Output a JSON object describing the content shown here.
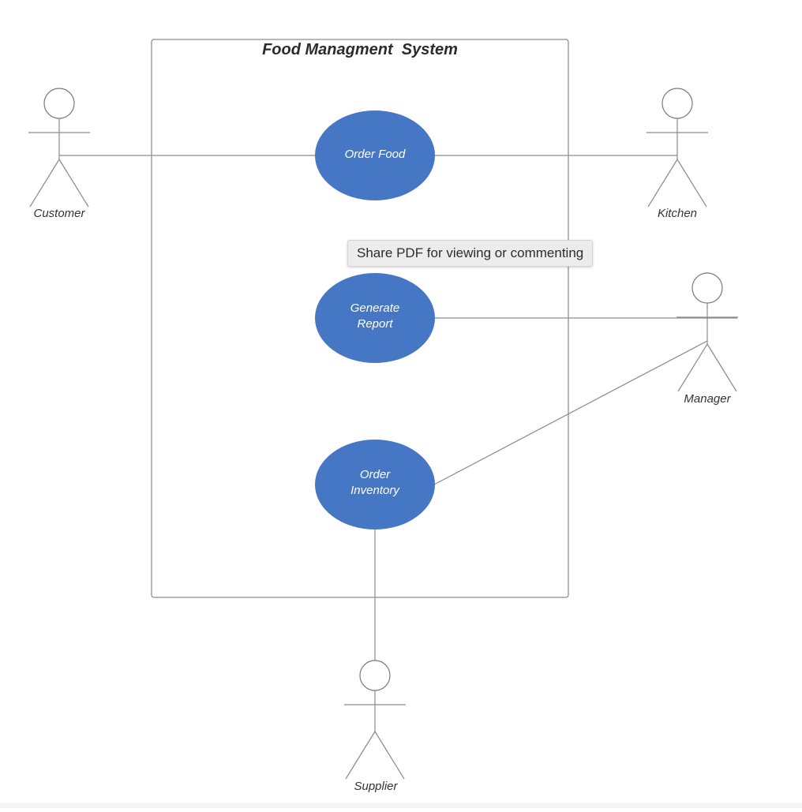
{
  "diagram": {
    "system_title": "Food Managment  System",
    "use_cases": {
      "order_food": "Order Food",
      "generate_report_line1": "Generate",
      "generate_report_line2": "Report",
      "order_inventory_line1": "Order",
      "order_inventory_line2": "Inventory"
    },
    "actors": {
      "customer": "Customer",
      "kitchen": "Kitchen",
      "manager": "Manager",
      "supplier": "Supplier"
    }
  },
  "tooltip": {
    "text": "Share PDF for viewing or commenting"
  },
  "colors": {
    "use_case_fill": "#4677c4",
    "line": "#8a8a8a",
    "boundary": "#8e8e8e",
    "tooltip_bg": "#ececec"
  }
}
